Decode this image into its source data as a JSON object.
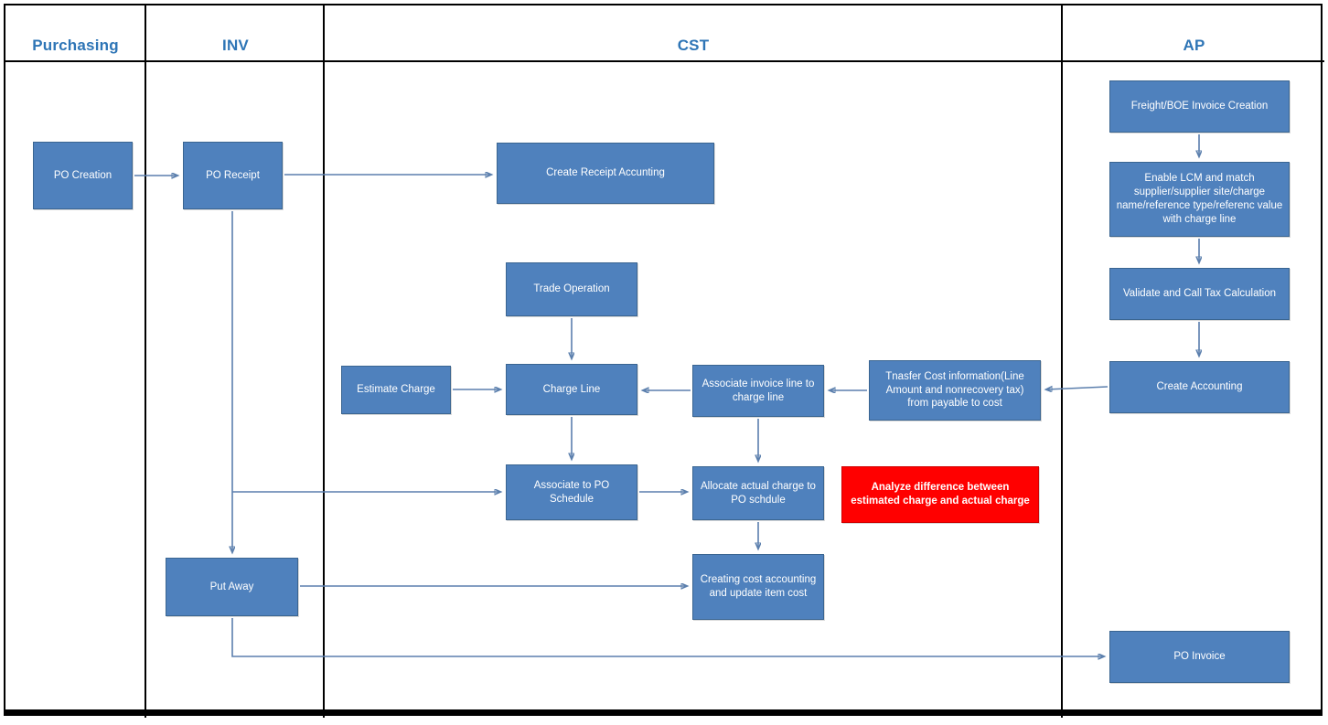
{
  "diagram": {
    "lanes": [
      {
        "label": "Purchasing"
      },
      {
        "label": "INV"
      },
      {
        "label": "CST"
      },
      {
        "label": "AP"
      }
    ],
    "nodes": {
      "po_creation": "PO Creation",
      "po_receipt": "PO  Receipt",
      "create_receipt_accounting": "Create  Receipt Accunting",
      "trade_operation": "Trade Operation",
      "estimate_charge": "Estimate Charge",
      "charge_line": "Charge Line",
      "associate_invoice_line": "Associate invoice line to charge line",
      "transfer_cost_info": "Tnasfer Cost information(Line Amount and nonrecovery tax) from payable to  cost",
      "associate_po_schedule": "Associate to PO Schedule",
      "allocate_actual_charge": "Allocate actual charge to PO schdule",
      "analyze_difference": "Analyze difference between estimated charge and actual charge",
      "creating_cost_accounting": "Creating cost accounting and update item cost",
      "put_away": "Put Away",
      "freight_boe_invoice": "Freight/BOE Invoice Creation",
      "enable_lcm_match": "Enable LCM and match supplier/supplier site/charge name/reference type/referenc value with charge line",
      "validate_tax": "Validate and Call Tax Calculation",
      "create_accounting": "Create Accounting",
      "po_invoice": "PO Invoice"
    },
    "colors": {
      "box_fill": "#4f81bd",
      "box_border": "#3a6591",
      "alert_fill": "#ff0000",
      "lane_title": "#2e75b6",
      "connector": "#5b7fad"
    }
  }
}
